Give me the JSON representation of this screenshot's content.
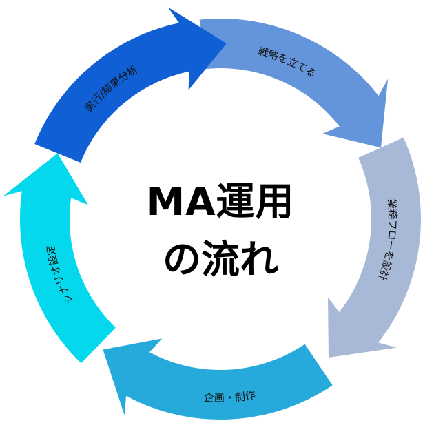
{
  "title": {
    "line1": "MA運用",
    "line2": "の流れ"
  },
  "cycle": [
    {
      "id": "strategy",
      "label": "戦略を立てる",
      "color": "#6494DA"
    },
    {
      "id": "business-flow",
      "label": "業務フローを設計",
      "color": "#A8B9D8"
    },
    {
      "id": "planning",
      "label": "企画・制作",
      "color": "#26AADB"
    },
    {
      "id": "scenario",
      "label": "シナリオ設定",
      "color": "#04D8EC"
    },
    {
      "id": "execution",
      "label": "実行/結果分析",
      "color": "#115FD5"
    }
  ]
}
